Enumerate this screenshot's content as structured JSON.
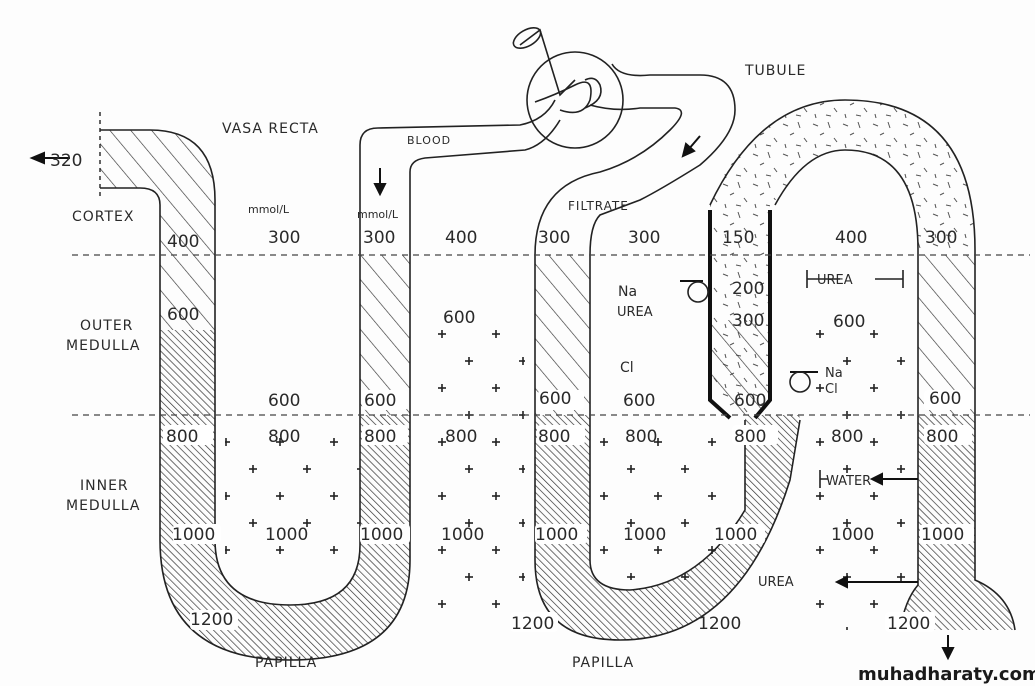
{
  "diagram": {
    "title_labels": {
      "vasa_recta": "VASA RECTA",
      "blood": "BLOOD",
      "tubule": "TUBULE",
      "filtrate": "FILTRATE",
      "cortex": "CORTEX",
      "outer_medulla": [
        "OUTER",
        "MEDULLA"
      ],
      "inner_medulla": [
        "INNER",
        "MEDULLA"
      ],
      "papilla_left": "PAPILLA",
      "papilla_right": "PAPILLA",
      "unit_1": "mmol/L",
      "unit_2": "mmol/L"
    },
    "vasa_recta_loop": {
      "outflow": "320",
      "ascending": [
        "400",
        "600",
        "800",
        "1000",
        "1200"
      ],
      "descending": [
        "300",
        "600",
        "800",
        "1000"
      ]
    },
    "interstitium_left": [
      "300",
      "600",
      "800",
      "1000"
    ],
    "interstitium_middle": [
      "400",
      "600",
      "800",
      "1000"
    ],
    "tubule_descending": [
      "300",
      "600",
      "800",
      "1000",
      "1200"
    ],
    "tubule_thin_ascending": [
      "300",
      "600",
      "800",
      "1000"
    ],
    "tubule_thick_ascending": [
      "150",
      "200",
      "300",
      "600",
      "800",
      "1000",
      "1200"
    ],
    "interstitium_right": [
      "400",
      "600",
      "800",
      "1000"
    ],
    "collecting_duct": [
      "300",
      "600",
      "800",
      "1000",
      "1200"
    ],
    "solutes": {
      "na": "Na",
      "urea": "UREA",
      "cl": "Cl",
      "na2": "Na",
      "cl2": "Cl",
      "urea_barrier": "UREA",
      "water": "WATER",
      "urea_out": "UREA"
    },
    "watermark": "muhadharaty.com"
  }
}
